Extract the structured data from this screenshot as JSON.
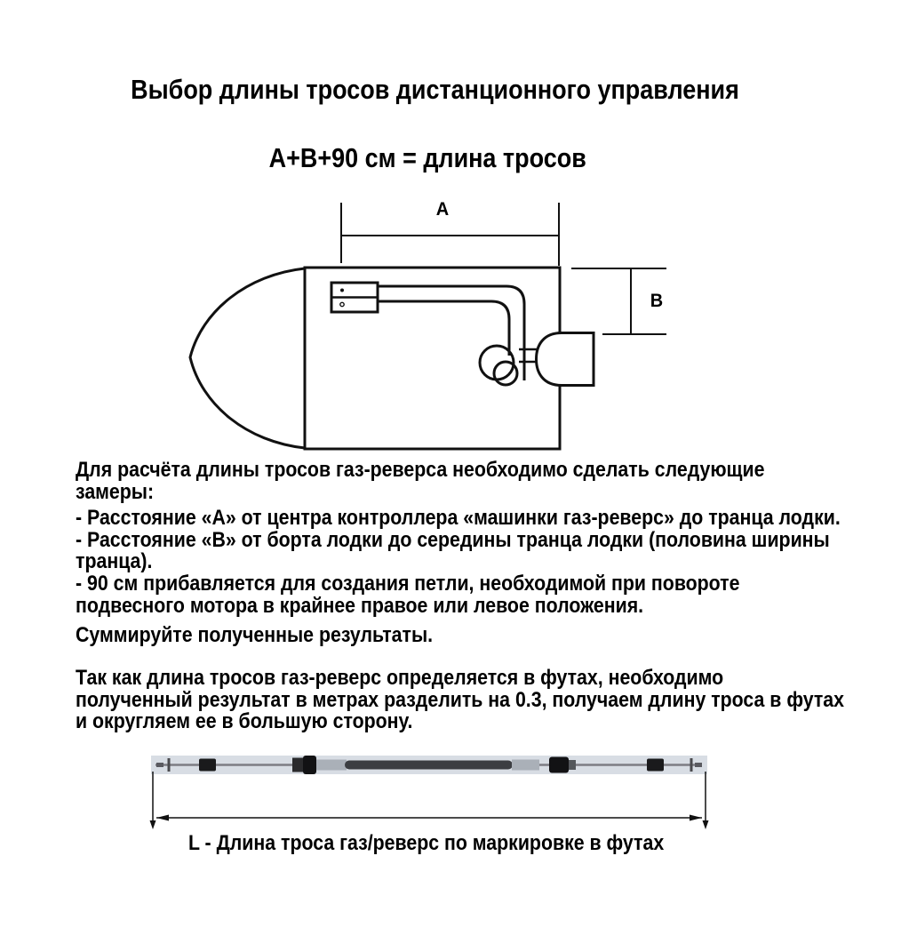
{
  "title": "Выбор длины тросов дистанционного управления",
  "formula": "А+В+90 см = длина тросов",
  "boat_diagram": {
    "dim_a_label": "А",
    "dim_b_label": "В"
  },
  "paragraphs": {
    "intro": [
      "Для расчёта длины тросов газ-реверса необходимо сделать следующие",
      "замеры:"
    ],
    "bullets": [
      "- Расстояние «А» от центра контроллера «машинки газ-реверс» до транца лодки.",
      "- Расстояние «В» от борта лодки до середины транца лодки (половина ширины",
      "транца).",
      "- 90 см прибавляется для создания петли, необходимой при повороте",
      "подвесного мотора в крайнее правое или левое положения."
    ],
    "sum": "Суммируйте полученные результаты.",
    "feet": [
      "Так как длина тросов газ-реверс определяется в футах, необходимо",
      "полученный результат в метрах разделить на 0.3, получаем длину троса в футах",
      "и округляем ее в большую сторону."
    ]
  },
  "cable_diagram": {
    "caption": "L - Длина троса газ/реверс по маркировке в футах"
  }
}
